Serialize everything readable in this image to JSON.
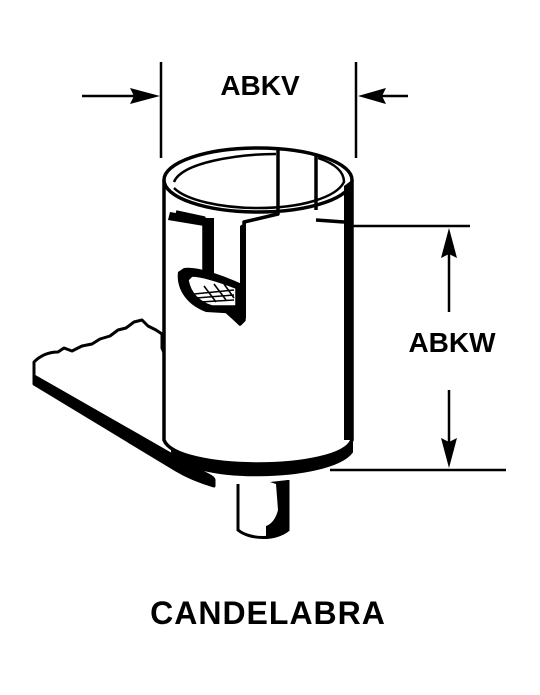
{
  "labels": {
    "width_dimension": "ABKV",
    "height_dimension": "ABKW",
    "caption": "CANDELABRA"
  },
  "colors": {
    "ink": "#000000",
    "paper": "#ffffff"
  }
}
